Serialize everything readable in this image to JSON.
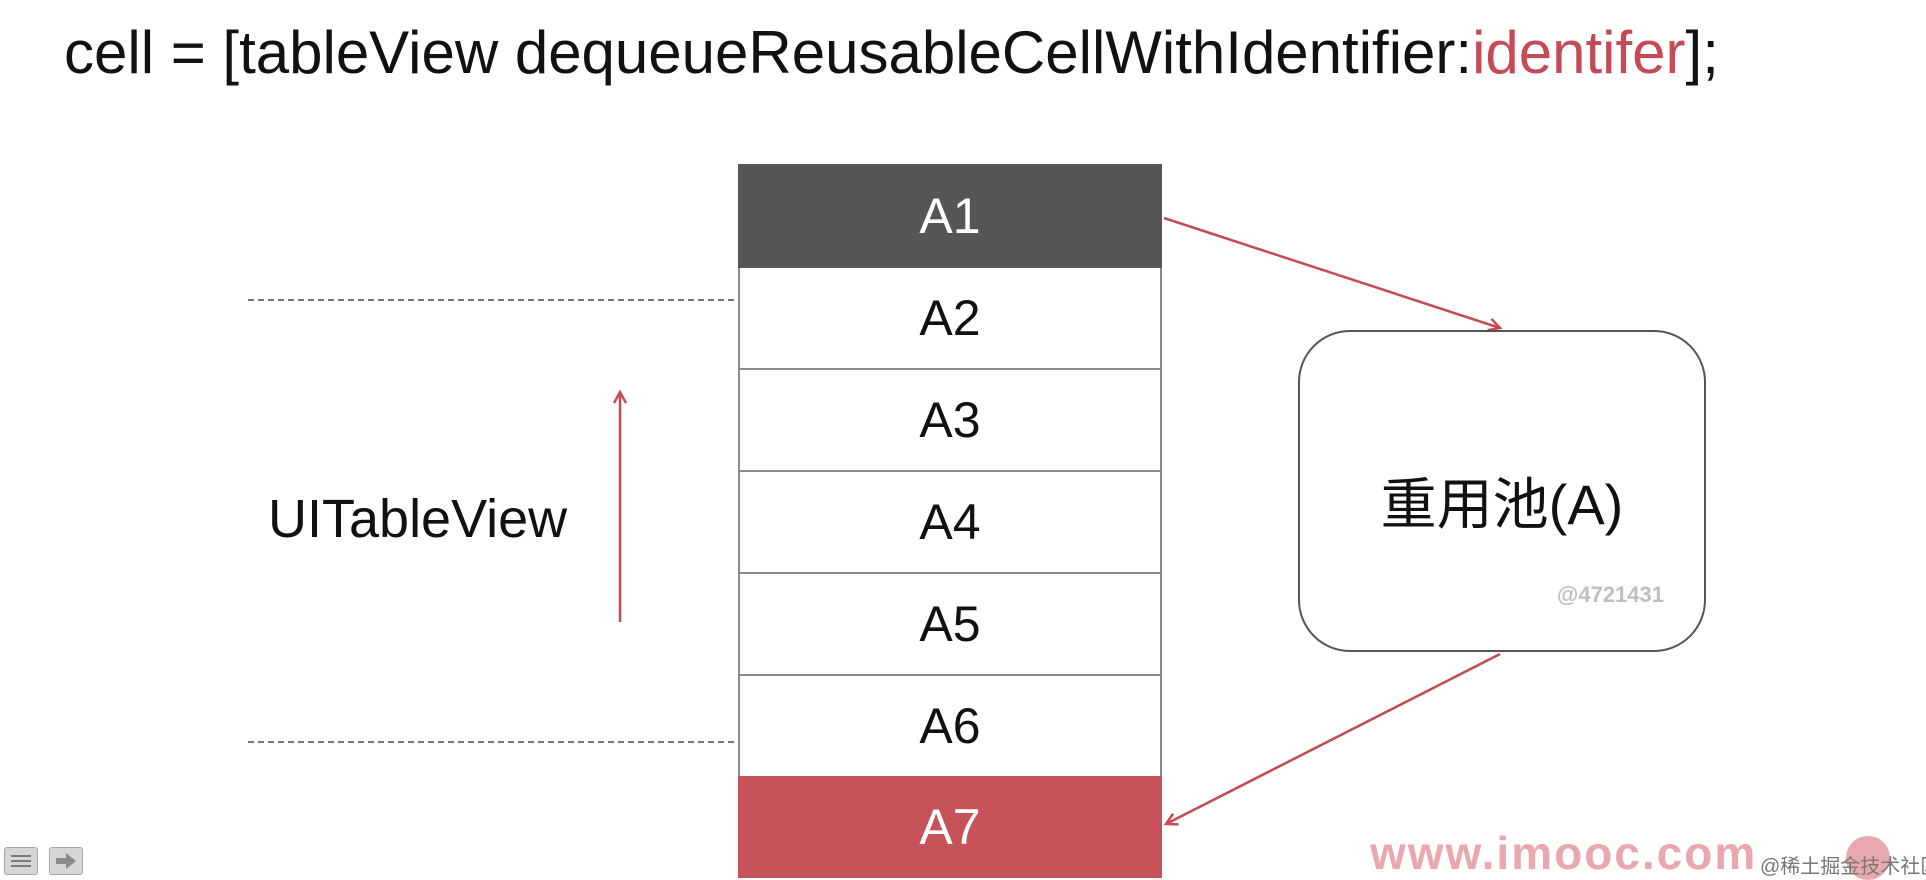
{
  "code_line": {
    "prefix": "cell = [tableView dequeueReusableCellWithIdentifier:",
    "argument": "identifer",
    "suffix": "];"
  },
  "table_view_label": "UITableView",
  "cells": [
    {
      "label": "A1",
      "state": "exiting"
    },
    {
      "label": "A2",
      "state": "visible"
    },
    {
      "label": "A3",
      "state": "visible"
    },
    {
      "label": "A4",
      "state": "visible"
    },
    {
      "label": "A5",
      "state": "visible"
    },
    {
      "label": "A6",
      "state": "visible"
    },
    {
      "label": "A7",
      "state": "entering"
    }
  ],
  "pool": {
    "label": "重用池(A)",
    "watermark": "@4721431"
  },
  "footer": {
    "site": "www.imooc.com",
    "credit": "@稀土掘金技术社区"
  },
  "controls": {
    "menu_icon": "menu-icon",
    "next_icon": "next-arrow-icon"
  },
  "colors": {
    "accent_red": "#c6525a",
    "arrow_red": "#c44a54",
    "exiting_cell": "#565656",
    "watermark_pink": "#e9a8ae"
  }
}
